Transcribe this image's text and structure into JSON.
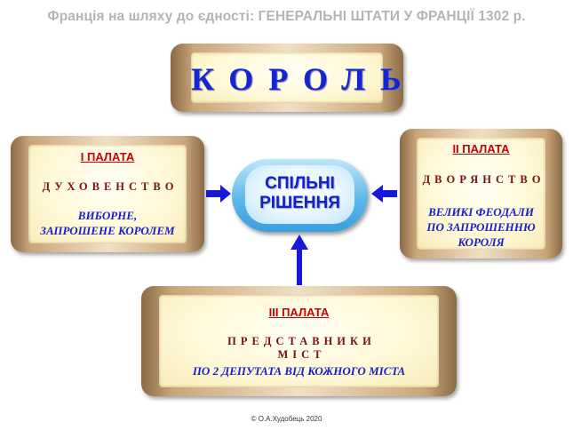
{
  "title": "Франція на шляху до єдності: ГЕНЕРАЛЬНІ ШТАТИ У ФРАНЦІЇ 1302 р.",
  "king": {
    "label": "КОРОЛЬ"
  },
  "center": {
    "line1": "СПІЛЬНІ",
    "line2": "РІШЕННЯ"
  },
  "chamber1": {
    "header": "I ПАЛАТА",
    "estate": "ДУХОВЕНСТВО",
    "note_line1": "ВИБОРНЕ,",
    "note_line2": "ЗАПРОШЕНЕ КОРОЛЕМ"
  },
  "chamber2": {
    "header": "II ПАЛАТА",
    "estate": "ДВОРЯНСТВО",
    "note_line1": "ВЕЛИКІ ФЕОДАЛИ",
    "note_line2": "ПО ЗАПРОШЕННЮ",
    "note_line3": "КОРОЛЯ"
  },
  "chamber3": {
    "header": "III ПАЛАТА",
    "estate_line1": "ПРЕДСТАВНИКИ",
    "estate_line2": "МІСТ",
    "note": "ПО 2 ДЕПУТАТА ВІД КОЖНОГО МІСТА"
  },
  "copyright": "© О.А.Худобець 2020",
  "colors": {
    "title": "#b4b4b4",
    "king_text": "#1326d6",
    "header_red": "#cc0000",
    "estate_text": "#7a1010",
    "note_blue": "#1a20c8",
    "arrow_blue": "#1818d8",
    "pill_blue": "#3a9fdd"
  }
}
